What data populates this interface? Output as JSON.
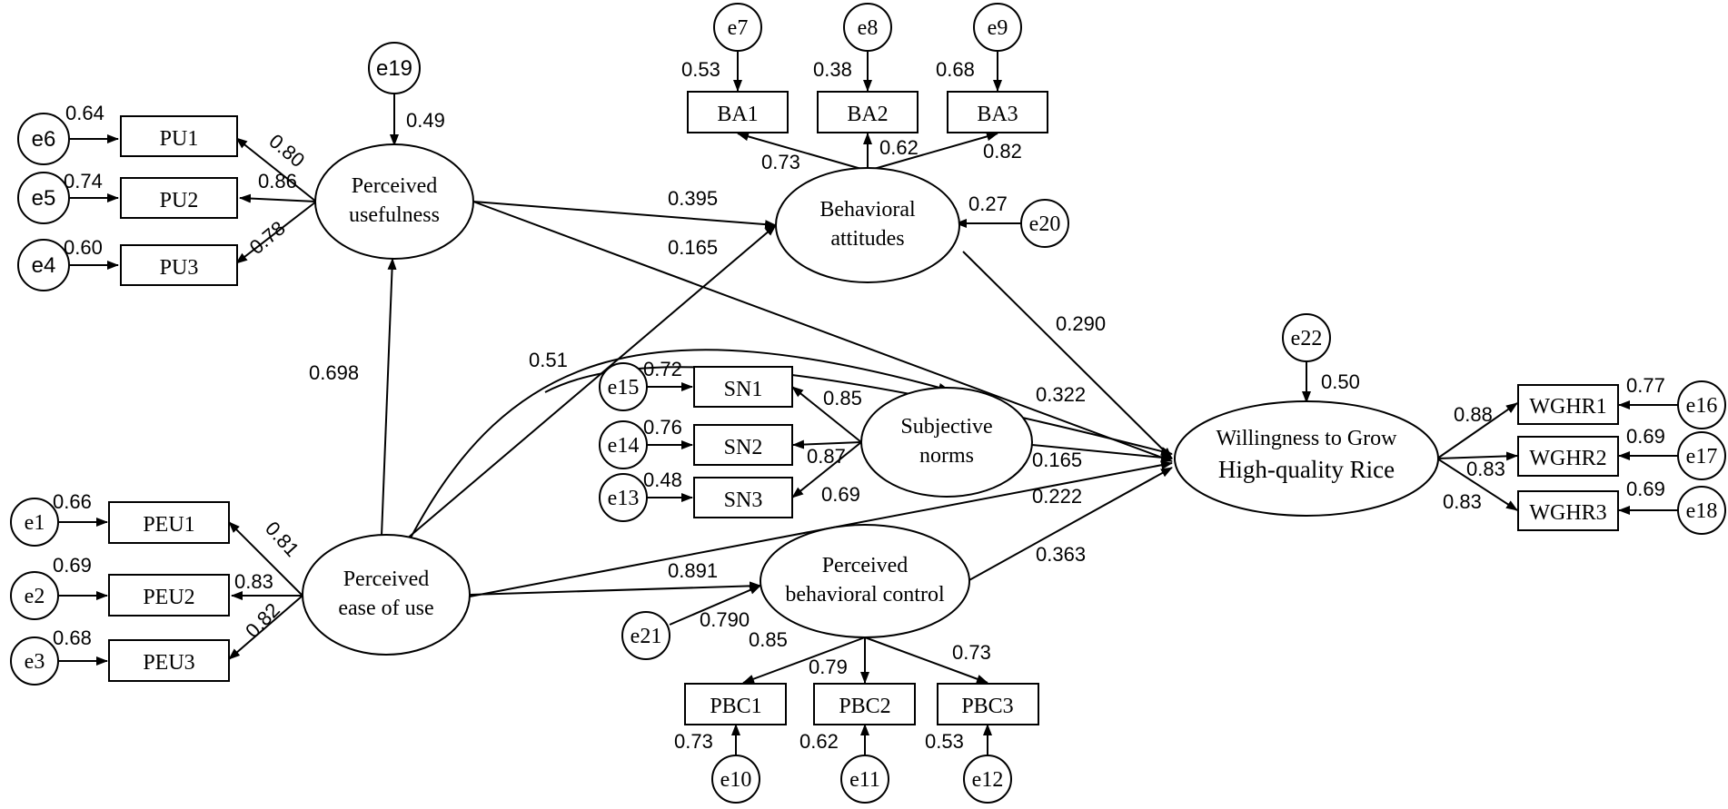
{
  "diagram": {
    "constructs": {
      "pu": "Perceived usefulness",
      "pu_line1": "Perceived",
      "pu_line2": "usefulness",
      "peou_line1": "Perceived",
      "peou_line2": "ease of use",
      "ba_line1": "Behavioral",
      "ba_line2": "attitudes",
      "sn_line1": "Subjective",
      "sn_line2": "norms",
      "pbc_line1": "Perceived",
      "pbc_line2": "behavioral control",
      "wghr_line1": "Willingness to Grow",
      "wghr_line2": "High-quality Rice"
    },
    "indicators": {
      "PU1": "PU1",
      "PU2": "PU2",
      "PU3": "PU3",
      "PEU1": "PEU1",
      "PEU2": "PEU2",
      "PEU3": "PEU3",
      "BA1": "BA1",
      "BA2": "BA2",
      "BA3": "BA3",
      "SN1": "SN1",
      "SN2": "SN2",
      "SN3": "SN3",
      "PBC1": "PBC1",
      "PBC2": "PBC2",
      "PBC3": "PBC3",
      "WGHR1": "WGHR1",
      "WGHR2": "WGHR2",
      "WGHR3": "WGHR3"
    },
    "errors": {
      "e1": "e1",
      "e2": "e2",
      "e3": "e3",
      "e4": "e4",
      "e5": "e5",
      "e6": "e6",
      "e7": "e7",
      "e8": "e8",
      "e9": "e9",
      "e10": "e10",
      "e11": "e11",
      "e12": "e12",
      "e13": "e13",
      "e14": "e14",
      "e15": "e15",
      "e16": "e16",
      "e17": "e17",
      "e18": "e18",
      "e19": "e19",
      "e20": "e20",
      "e21": "e21",
      "e22": "e22"
    },
    "values": {
      "e6_pu1": "0.64",
      "e5_pu2": "0.74",
      "e4_pu3": "0.60",
      "pu_pu1": "0.80",
      "pu_pu2": "0.86",
      "pu_pu3": "0.78",
      "e19_pu": "0.49",
      "e7_ba1": "0.53",
      "e8_ba2": "0.38",
      "e9_ba3": "0.68",
      "ba_ba1": "0.73",
      "ba_ba2": "0.62",
      "ba_ba3": "0.82",
      "e20_ba": "0.27",
      "pu_ba": "0.395",
      "pu_wghr": "0.165",
      "ba_wghr": "0.290",
      "peou_pu": "0.698",
      "peou_sn": "0.51",
      "sn_wghr_a": "0.322",
      "e15_sn1": "0.72",
      "e14_sn2": "0.76",
      "e13_sn3": "0.48",
      "sn_sn1": "0.85",
      "sn_sn2": "0.87",
      "sn_sn3": "0.69",
      "sn_wghr_b": "0.165",
      "peou_wghr": "0.222",
      "pbc_wghr": "0.363",
      "e22_wghr": "0.50",
      "wghr_w1": "0.88",
      "wghr_w2": "0.83",
      "wghr_w3": "0.83",
      "e16_w1": "0.77",
      "e17_w2": "0.69",
      "e18_w3": "0.69",
      "e1_peu1": "0.66",
      "e2_peu2": "0.69",
      "e3_peu3": "0.68",
      "peou_peu1": "0.81",
      "peou_peu2": "0.83",
      "peou_peu3": "0.82",
      "peou_pbc": "0.891",
      "e21_pbc": "0.790",
      "pbc_pbc1": "0.85",
      "pbc_pbc2": "0.79",
      "pbc_pbc3": "0.73",
      "e10_pbc1": "0.73",
      "e11_pbc2": "0.62",
      "e12_pbc3": "0.53"
    }
  }
}
